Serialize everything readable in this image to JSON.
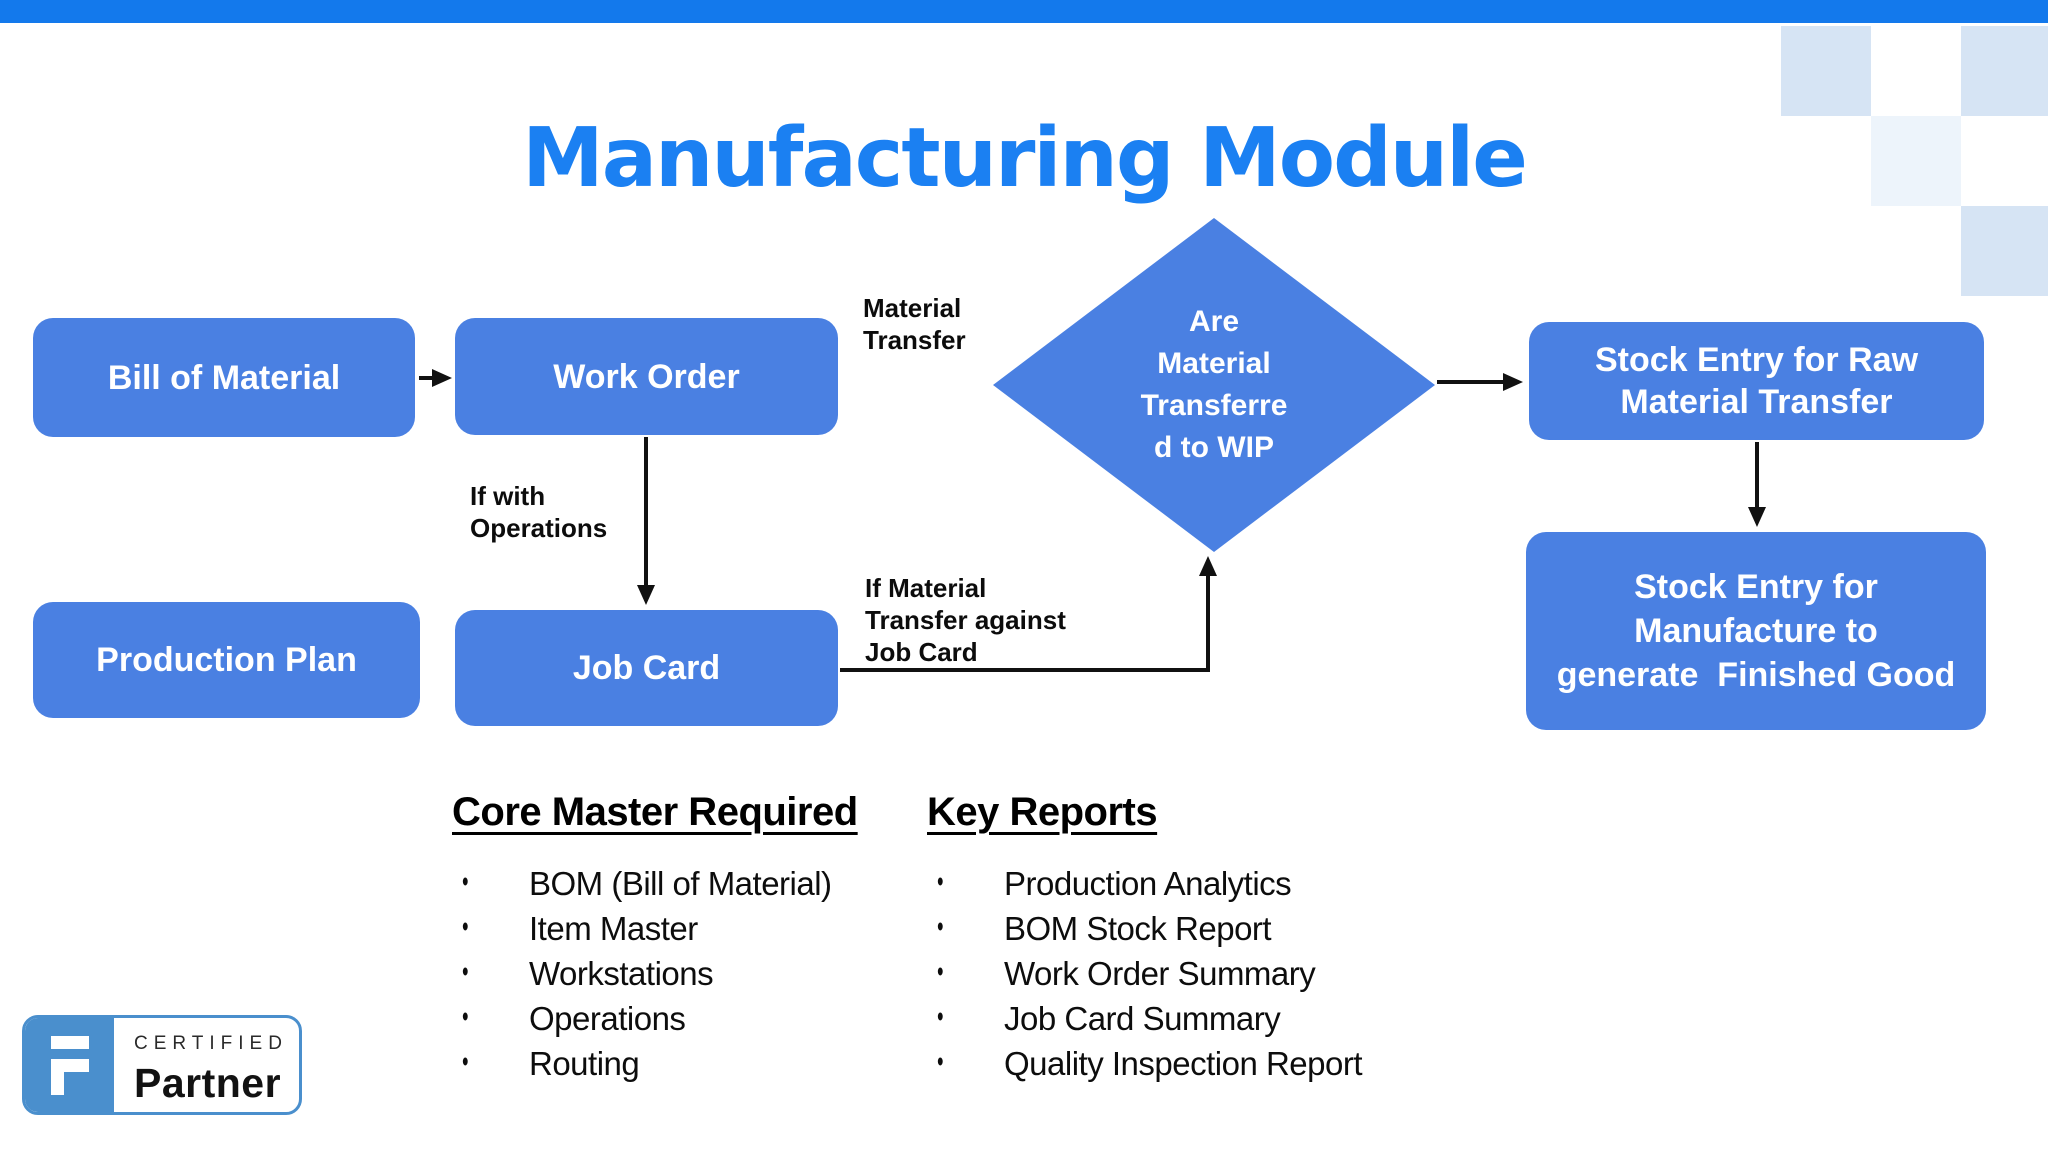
{
  "page": {
    "title": "Manufacturing Module"
  },
  "colors": {
    "topbar_blue": "#1379EC",
    "title_blue": "#1B80F2",
    "node_blue": "#4A80E2",
    "checker_light": "#D6E4F4",
    "checker_lighter": "#EDF4FB",
    "badge_blue": "#4A8FCD",
    "connector_black": "#111111"
  },
  "flowchart": {
    "nodes": {
      "bill": {
        "label": "Bill of Material"
      },
      "work": {
        "label": "Work Order"
      },
      "raw": {
        "label": "Stock Entry for Raw\nMaterial Transfer"
      },
      "production": {
        "label": "Production Plan"
      },
      "job": {
        "label": "Job Card"
      },
      "finished": {
        "label": "Stock Entry for\nManufacture to\ngenerate  Finished Good"
      }
    },
    "decision": {
      "label": "Are\nMaterial\nTransferre\nd to WIP"
    },
    "edge_labels": {
      "material_transfer": "Material\nTransfer",
      "if_with_operations": "If with\nOperations",
      "if_material_transfer": "If Material\nTransfer against\nJob Card"
    }
  },
  "lists": {
    "bullet_glyph": "•",
    "core": {
      "heading": "Core Master Required",
      "items": [
        "BOM (Bill of Material)",
        "Item Master",
        "Workstations",
        "Operations",
        "Routing"
      ]
    },
    "reports": {
      "heading": "Key Reports",
      "items": [
        "Production Analytics",
        "BOM Stock Report",
        "Work Order Summary",
        "Job Card Summary",
        "Quality Inspection Report"
      ]
    }
  },
  "badge": {
    "top_label": "CERTIFIED",
    "bottom_label": "Partner"
  }
}
